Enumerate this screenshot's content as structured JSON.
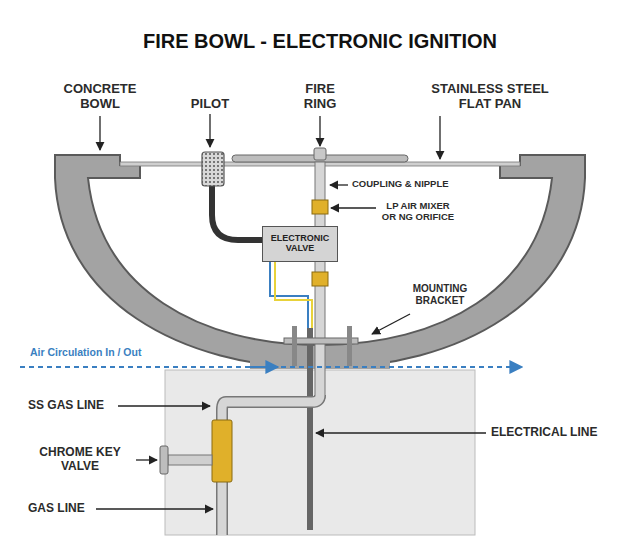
{
  "diagram": {
    "title": "FIRE BOWL - ELECTRONIC IGNITION",
    "nodes": [
      {
        "text": [
          "ELECTRONIC VALVE"
        ]
      }
    ],
    "labels": [
      "CONCRETE BOWL",
      "PILOT",
      "FIRE RING",
      "STAINLESS STEEL FLAT PAN",
      "COUPLING & NIPPLE",
      "LP AIR MIXER OR NG ORIFICE",
      "MOUNTING BRACKET",
      "Air Circulation In / Out",
      "SS GAS LINE",
      "CHROME KEY VALVE",
      "GAS LINE",
      "ELECTRICAL LINE"
    ]
  }
}
